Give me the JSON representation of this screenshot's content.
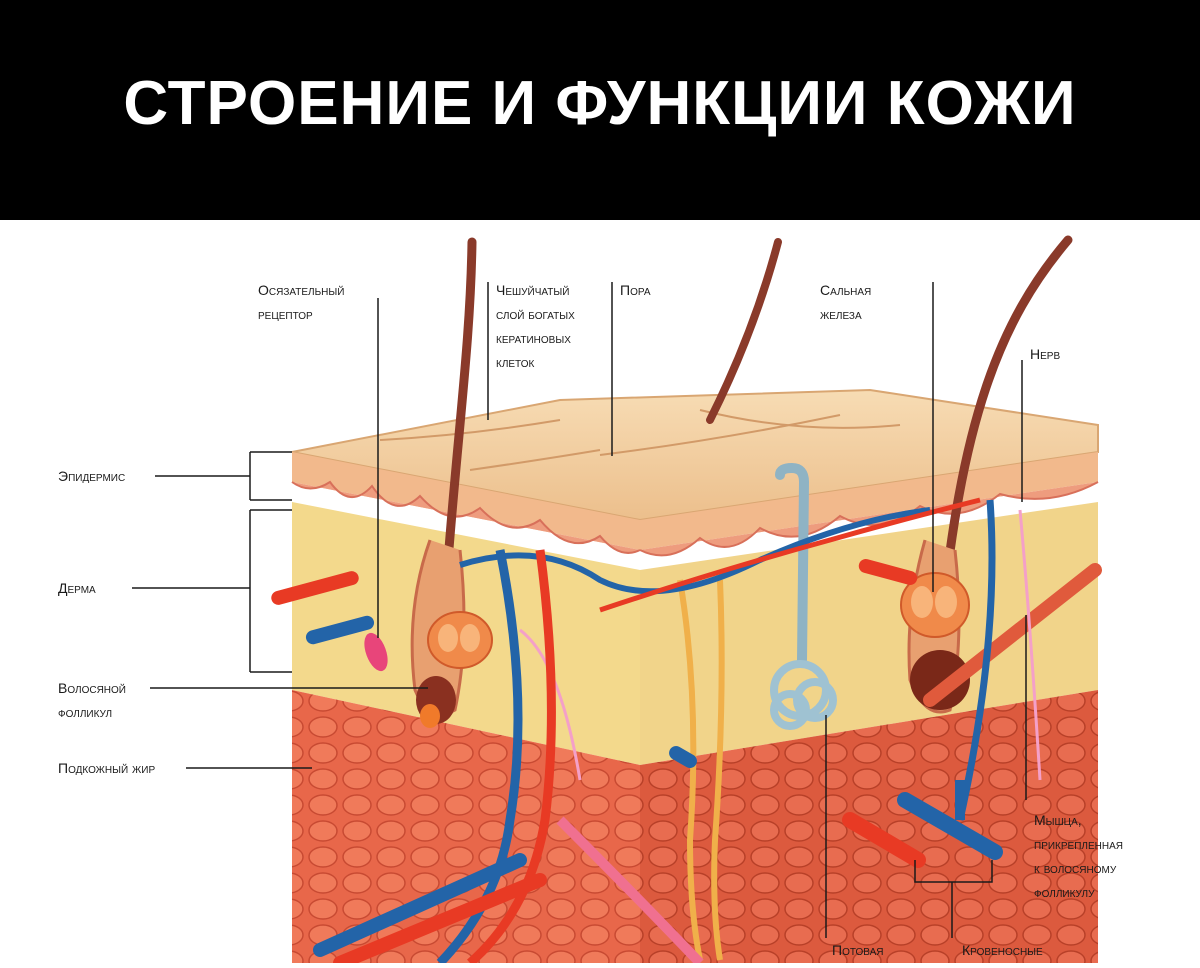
{
  "title": "СТРОЕНИЕ И ФУНКЦИИ КОЖИ",
  "colors": {
    "banner": "#000000",
    "epidermis": "#f2c79a",
    "dermis": "#f3d98c",
    "fat": "#e8674a",
    "artery": "#e83a24",
    "vein": "#2364a8",
    "nerve": "#f0b04a"
  },
  "labels": {
    "touch_receptor": "Осязательный\nрецептор",
    "stratum_corneum": "Чешуйчатый\nслой богатых\nкератиновых\nклеток",
    "pore": "Пора",
    "sebaceous_gland": "Сальная\nжелеза",
    "nerve": "Нерв",
    "epidermis": "Эпидермис",
    "dermis": "Дерма",
    "hair_follicle": "Волосяной\nфолликул",
    "subcutaneous_fat": "Подкожный жир",
    "muscle": "Мышца,\nприкрепленная\nк волосяному\nфолликулу",
    "sweat_gland": "Потовая",
    "blood_vessels": "Кровеносные"
  }
}
